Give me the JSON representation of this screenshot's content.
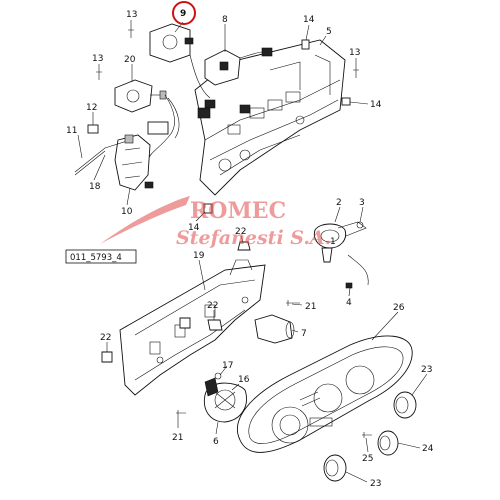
{
  "drawing_code": "011_5793_4",
  "watermark": {
    "line1": "ROMEC",
    "line2": "Stefanesti S.A.",
    "color": "#e04848"
  },
  "highlight_color": "#cc1111",
  "callouts": {
    "n9": "9",
    "n13a": "13",
    "n8": "8",
    "n14a": "14",
    "n5": "5",
    "n13b": "13",
    "n20": "20",
    "n13c": "13",
    "n14b": "14",
    "n12": "12",
    "n11": "11",
    "n18": "18",
    "n10": "10",
    "n14c": "14",
    "n22a": "22",
    "n2": "2",
    "n3": "3",
    "n1": "1",
    "n19": "19",
    "n4": "4",
    "n21a": "21",
    "n26": "26",
    "n22b": "22",
    "n22c": "22",
    "n7": "7",
    "n17": "17",
    "n16": "16",
    "n23a": "23",
    "n21b": "21",
    "n6": "6",
    "n24": "24",
    "n25": "25",
    "n23b": "23"
  }
}
